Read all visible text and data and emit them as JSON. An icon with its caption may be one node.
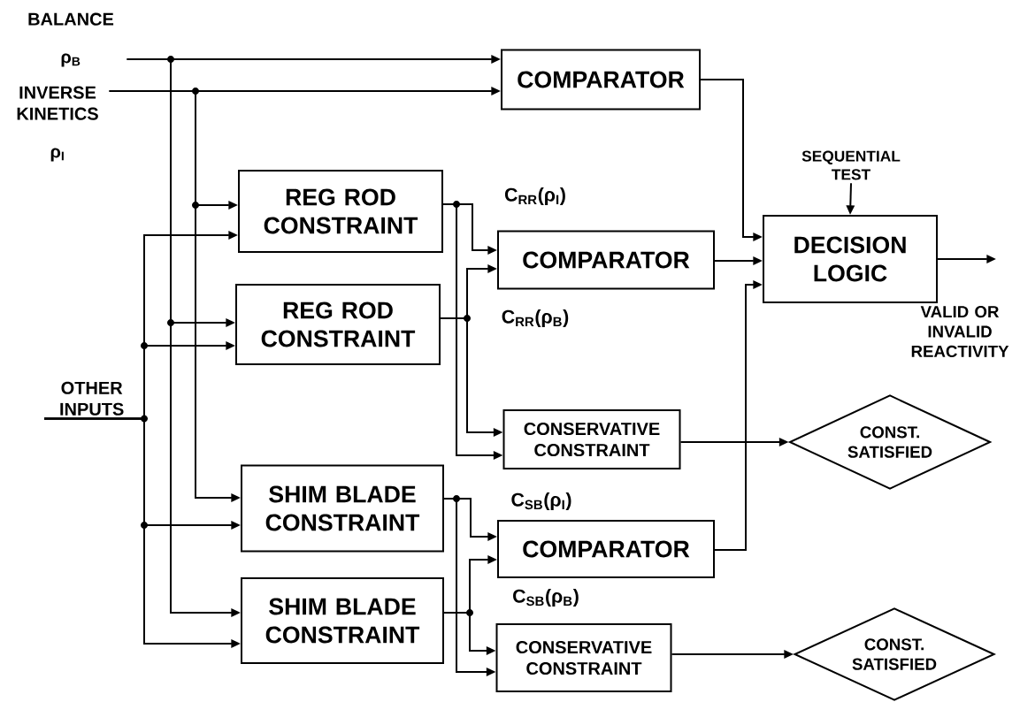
{
  "diagram": {
    "nodes": [
      {
        "text": [
          "BALANCE",
          "ρ$_{B}$"
        ]
      },
      {
        "text": [
          "INVERSE KINETICS",
          "ρ$_{I}$"
        ]
      },
      {
        "text": [
          "OTHER INPUTS"
        ]
      },
      {
        "text": [
          "COMPARATOR"
        ]
      },
      {
        "text": [
          "REG ROD CONSTRAINT"
        ]
      },
      {
        "text": [
          "REG ROD CONSTRAINT"
        ]
      },
      {
        "text": [
          "COMPARATOR"
        ]
      },
      {
        "text": [
          "DECISION LOGIC"
        ]
      },
      {
        "text": [
          "SEQUENTIAL TEST"
        ]
      },
      {
        "text": [
          "CONSERVATIVE CONSTRAINT"
        ]
      },
      {
        "text": [
          "CONST. SATISFIED"
        ]
      },
      {
        "text": [
          "SHIM BLADE CONSTRAINT"
        ]
      },
      {
        "text": [
          "SHIM BLADE CONSTRAINT"
        ]
      },
      {
        "text": [
          "COMPARATOR"
        ]
      },
      {
        "text": [
          "CONSERVATIVE CONSTRAINT"
        ]
      },
      {
        "text": [
          "CONST. SATISFIED"
        ]
      }
    ],
    "edges": [
      {
        "from": 0,
        "to": 3,
        "arrow": "to"
      },
      {
        "from": 0,
        "to": 5,
        "arrow": "to"
      },
      {
        "from": 0,
        "to": 12,
        "arrow": "to"
      },
      {
        "from": 1,
        "to": 3,
        "arrow": "to"
      },
      {
        "from": 1,
        "to": 4,
        "arrow": "to"
      },
      {
        "from": 1,
        "to": 11,
        "arrow": "to"
      },
      {
        "from": 2,
        "to": 4,
        "arrow": "to"
      },
      {
        "from": 2,
        "to": 5,
        "arrow": "to"
      },
      {
        "from": 2,
        "to": 11,
        "arrow": "to"
      },
      {
        "from": 2,
        "to": 12,
        "arrow": "to"
      },
      {
        "from": 4,
        "to": 6,
        "arrow": "to",
        "label": "C$_{RR}$(ρ$_{I}$)"
      },
      {
        "from": 4,
        "to": 9,
        "arrow": "to"
      },
      {
        "from": 5,
        "to": 6,
        "arrow": "to",
        "label": "C$_{RR}$(ρ$_{B}$)"
      },
      {
        "from": 5,
        "to": 9,
        "arrow": "to"
      },
      {
        "from": 11,
        "to": 13,
        "arrow": "to",
        "label": "C$_{SB}$(ρ$_{I}$)"
      },
      {
        "from": 11,
        "to": 14,
        "arrow": "to"
      },
      {
        "from": 12,
        "to": 13,
        "arrow": "to",
        "label": "C$_{SB}$(ρ$_{B}$)"
      },
      {
        "from": 12,
        "to": 14,
        "arrow": "to"
      },
      {
        "from": 3,
        "to": 7,
        "arrow": "to"
      },
      {
        "from": 6,
        "to": 7,
        "arrow": "to"
      },
      {
        "from": 13,
        "to": 7,
        "arrow": "to"
      },
      {
        "from": 8,
        "to": 7,
        "arrow": "to"
      },
      {
        "from": 7,
        "to": null,
        "arrow": "to"
      },
      {
        "from": 9,
        "to": 10,
        "arrow": "to"
      },
      {
        "from": 14,
        "to": 15,
        "arrow": "to"
      }
    ],
    "labels": [
      "VALID OR INVALID REACTIVITY"
    ]
  }
}
